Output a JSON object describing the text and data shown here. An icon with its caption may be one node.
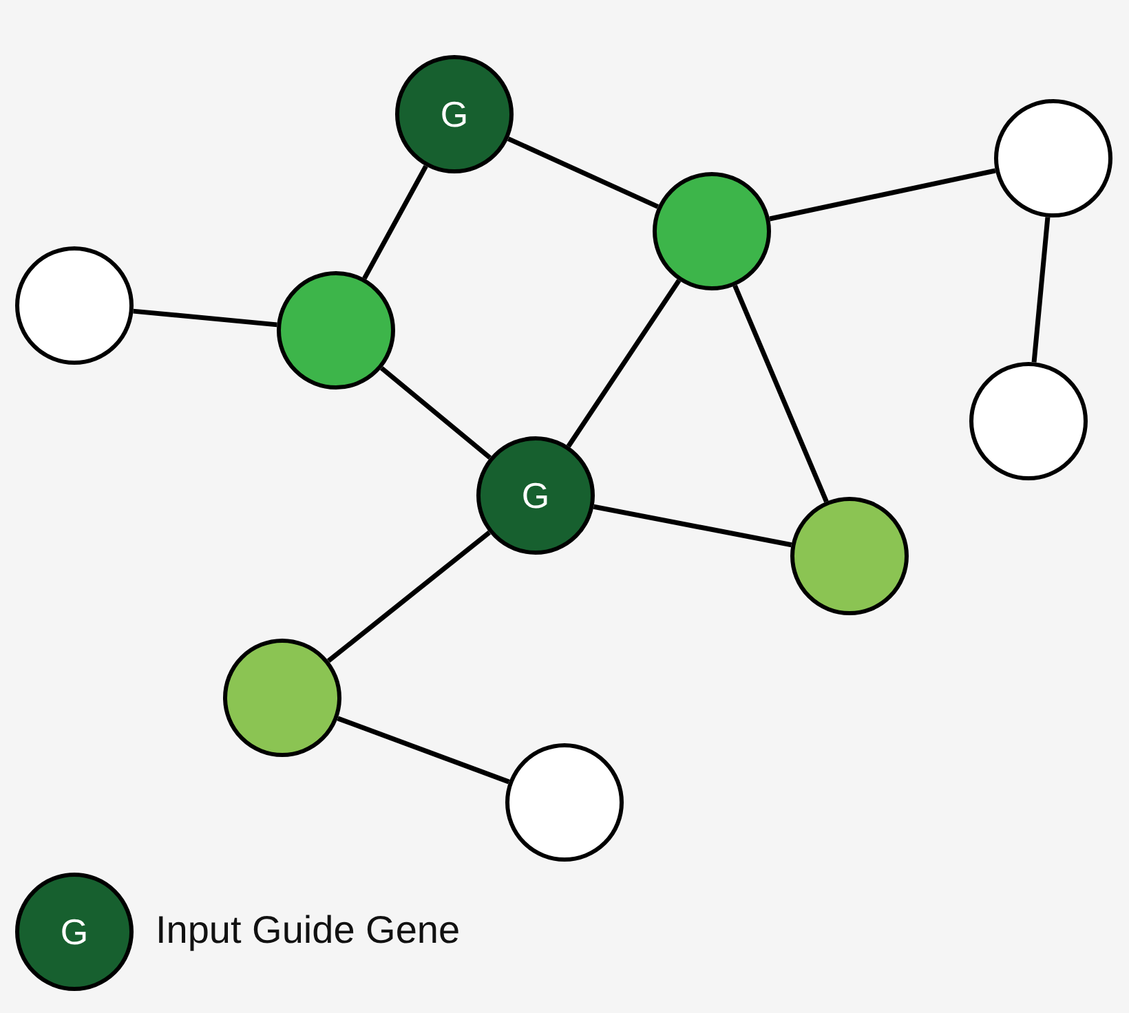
{
  "diagram": {
    "nodes": [
      {
        "text": [
          "G"
        ]
      },
      {
        "text": [],
        "shape": "circle"
      },
      {
        "text": [],
        "shape": "circle"
      },
      {
        "text": [],
        "shape": "circle"
      },
      {
        "text": [],
        "shape": "circle"
      },
      {
        "text": [],
        "shape": "circle"
      },
      {
        "text": [
          "G"
        ]
      },
      {
        "text": [],
        "shape": "circle"
      },
      {
        "text": [],
        "shape": "circle"
      },
      {
        "text": [],
        "shape": "circle"
      }
    ],
    "edges": [
      {
        "from": 0,
        "to": 2,
        "arrow": "none"
      },
      {
        "from": 0,
        "to": 4,
        "arrow": "none"
      },
      {
        "from": 2,
        "to": 1,
        "arrow": "none"
      },
      {
        "from": 1,
        "to": 5,
        "arrow": "none"
      },
      {
        "from": 3,
        "to": 4,
        "arrow": "none"
      },
      {
        "from": 4,
        "to": 6,
        "arrow": "none"
      },
      {
        "from": 2,
        "to": 6,
        "arrow": "none"
      },
      {
        "from": 2,
        "to": 7,
        "arrow": "none"
      },
      {
        "from": 6,
        "to": 7,
        "arrow": "none"
      },
      {
        "from": 6,
        "to": 8,
        "arrow": "none"
      },
      {
        "from": 8,
        "to": 9,
        "arrow": "none"
      }
    ],
    "labels": [
      "G"
    ],
    "legend": [
      {
        "text": "Input Guide Gene",
        "color": "#17602f"
      }
    ]
  }
}
